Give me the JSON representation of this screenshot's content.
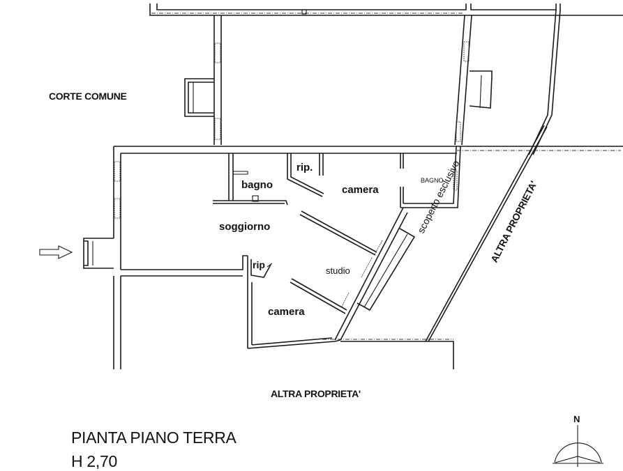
{
  "plan": {
    "title": "PIANTA PIANO TERRA",
    "height_label": "H 2,70",
    "compass_label": "N",
    "surroundings": {
      "north_west": "CORTE COMUNE",
      "south": "ALTRA PROPRIETA'",
      "east": "ALTRA PROPRIETA'",
      "east_garden": "scoperto esclusivo"
    },
    "rooms": [
      {
        "id": "soggiorno",
        "label": "soggiorno"
      },
      {
        "id": "bagno",
        "label": "bagno"
      },
      {
        "id": "rip-north",
        "label": "rip."
      },
      {
        "id": "camera-north",
        "label": "camera"
      },
      {
        "id": "bagno-east",
        "label": "BAGNO"
      },
      {
        "id": "studio",
        "label": "studio"
      },
      {
        "id": "rip-south",
        "label": "rip"
      },
      {
        "id": "camera-south",
        "label": "camera"
      }
    ],
    "entrance_icon": "arrow-right-icon"
  }
}
